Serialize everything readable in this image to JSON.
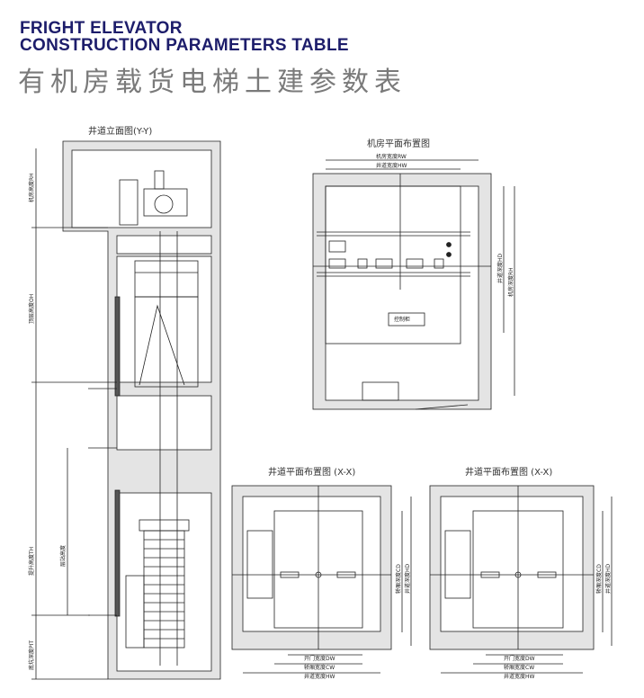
{
  "header": {
    "title_en_line1": "FRIGHT ELEVATOR",
    "title_en_line2": "CONSTRUCTION PARAMETERS TABLE",
    "title_cn": "有机房载货电梯土建参数表"
  },
  "drawings": {
    "elevation": {
      "title": "井道立面图(Y-Y)",
      "labels": {
        "rh": "机房高度RH",
        "oh": "顶层高度OH",
        "th": "提升高度TH",
        "floor": "层站高度",
        "pit": "底坑深度PIT"
      }
    },
    "machine_room": {
      "title": "机房平面布置图",
      "labels": {
        "rw": "机房宽度RW",
        "hw": "井道宽度HW",
        "hd": "井道深度HD",
        "rd": "机房深度RH",
        "panel": "控制柜"
      }
    },
    "hoistway_left": {
      "title": "井道平面布置图 (X-X)",
      "labels": {
        "dw": "开门宽度DW",
        "cw": "轿厢宽度CW",
        "hw": "井道宽度HW",
        "cd": "轿厢深度CD",
        "hd": "井道深度HD"
      }
    },
    "hoistway_right": {
      "title": "井道平面布置图 (X-X)",
      "labels": {
        "dw": "开门宽度DW",
        "cw": "轿厢宽度CW",
        "hw": "井道宽度HW",
        "cd": "轿厢深度CD",
        "hd": "井道深度HD"
      }
    }
  },
  "colors": {
    "title_blue": "#1d1d6b",
    "title_gray": "#7a7a7a",
    "concrete": "#e4e4e4"
  }
}
